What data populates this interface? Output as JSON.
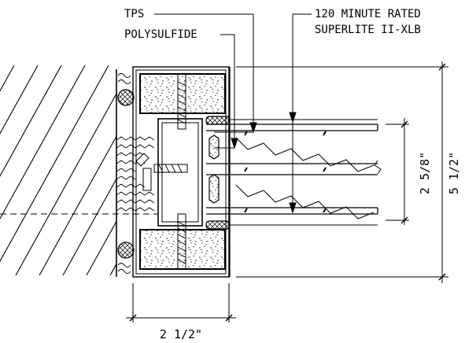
{
  "labels": {
    "tps": "TPS",
    "polysulfide": "POLYSULFIDE",
    "rating_line1": "120 MINUTE RATED",
    "rating_line2": "SUPERLITE II-XLB"
  },
  "dimensions": {
    "overall_height": "5 1/2\"",
    "glazing_height": "2 5/8\"",
    "frame_depth": "2 1/2\""
  },
  "colors": {
    "line": "#000000",
    "background": "#ffffff"
  }
}
